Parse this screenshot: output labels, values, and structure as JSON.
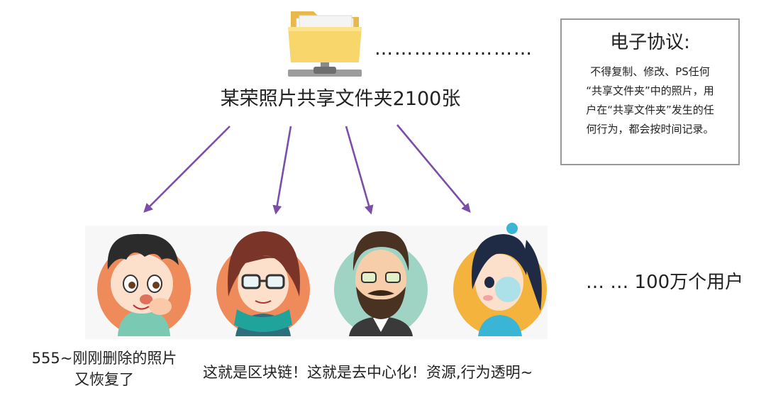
{
  "folder": {
    "caption": "某荣照片共享文件夹2100张",
    "dots": "……………………",
    "icon": "folder-icon"
  },
  "agreement": {
    "title": "电子协议:",
    "lines": [
      "不得复制、修改、PS任何",
      "“共享文件夹”中的照片，用",
      "户在“共享文件夹”发生的任",
      "何行为，都会按时间记录。"
    ]
  },
  "users": {
    "label": "… …  100万个用户",
    "avatars": [
      "avatar-boy-icon",
      "avatar-girl-glasses-icon",
      "avatar-bearded-man-icon",
      "avatar-girl-ponytail-icon"
    ]
  },
  "captions": {
    "left_line1": "555~刚刚删除的照片",
    "left_line2": "又恢复了",
    "right": "这就是区块链！这就是去中心化！资源,行为透明~"
  },
  "colors": {
    "arrow": "#7b4fa8",
    "folder": "#f7d36a",
    "box_border": "#9a9a9a"
  }
}
